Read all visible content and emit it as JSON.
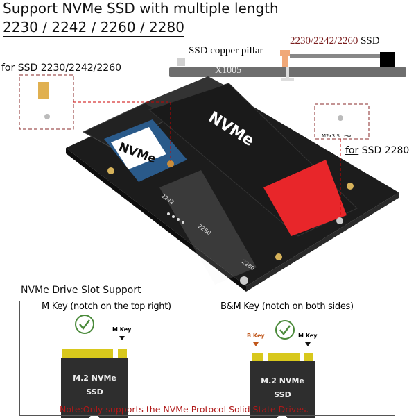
{
  "header": {
    "title": "Support NVMe SSD with multiple length",
    "sizes": "2230 / 2242 / 2260 / 2280"
  },
  "side_diagram": {
    "pillar_label": "SSD copper pillar",
    "ssd_sizes": "2230/2242/2260",
    "ssd_suffix": " SSD",
    "board_label": "X1005"
  },
  "callouts": {
    "for_prefix": "for",
    "short_sizes": " SSD 2230/2242/2260",
    "long_sizes": " SSD 2280",
    "screw": "M2x3 Screw"
  },
  "board": {
    "ssd_brand": "NVMe",
    "ssd_sticker": "NVMe",
    "marks": [
      "2242",
      "2260",
      "2280"
    ]
  },
  "slot_support": {
    "title": "NVMe Drive Slot Support",
    "m_key": {
      "title": "M Key (notch on the top right)",
      "key_label": "M Key",
      "card": [
        "M.2 NVMe",
        "SSD"
      ]
    },
    "bm_key": {
      "title": "B&M Key (notch on both sides)",
      "b_label": "B Key",
      "m_label": "M Key",
      "card": [
        "M.2 NVMe",
        "SSD"
      ]
    },
    "note": "Note:Only supports the NVMe Protocol Solid State Drives."
  },
  "colors": {
    "note": "#b01818",
    "b_key": "#c0561a",
    "check": "#4a8a3a",
    "copper": "#f0a878",
    "contacts": "#d8c81c"
  }
}
